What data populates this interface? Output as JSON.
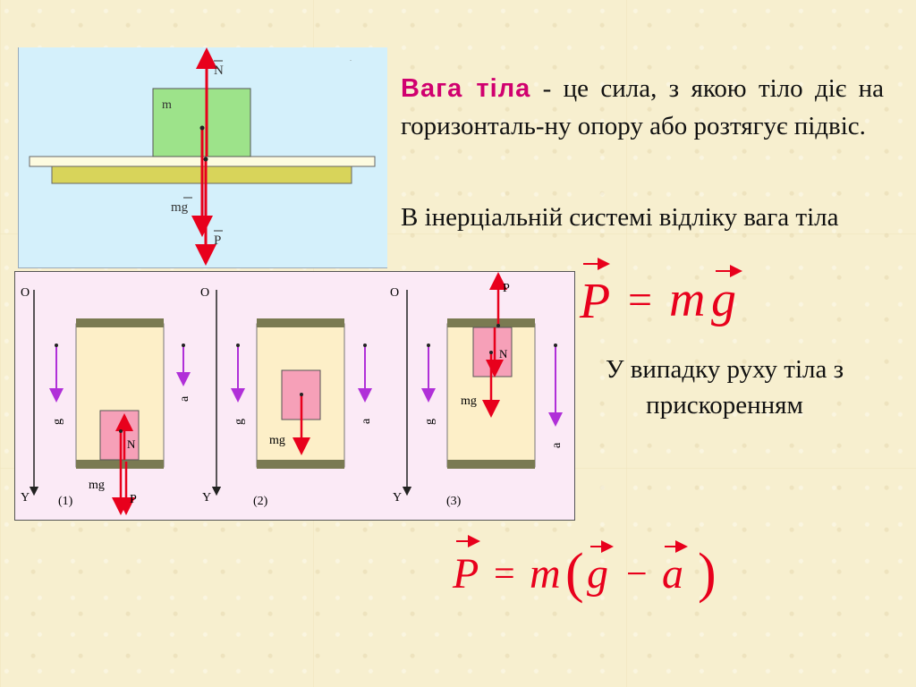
{
  "text": {
    "definition_term": "Вага тіла",
    "definition_rest": " - це сила, з якою тіло діє на горизонталь-ну опору або розтягує підвіс.",
    "inertial_text": "В інерціальній системі відліку вага тіла",
    "acceleration_note": "У випадку руху тіла з прискоренням"
  },
  "formulas": {
    "f1": {
      "lhs": "P",
      "eq": "=",
      "m": "m",
      "g": "g"
    },
    "f2": {
      "lhs": "P",
      "eq": "=",
      "m": "m",
      "open": "(",
      "g": "g",
      "minus": "−",
      "a": "a",
      "close": ")"
    }
  },
  "top_diagram": {
    "labels": {
      "N": "N",
      "m": "m",
      "mg": "mg",
      "P": "P"
    }
  },
  "elevator_diagram": {
    "axis": {
      "origin": "O",
      "y": "Y",
      "g": "g",
      "a": "a"
    },
    "labels": {
      "N": "N",
      "mg": "mg",
      "P": "P"
    },
    "cases": [
      "(1)",
      "(2)",
      "(3)"
    ]
  },
  "colors": {
    "term": "#d0006f",
    "formula": "#e8001c",
    "force_arrow": "#e8001c",
    "g_arrow": "#b030d8",
    "block_green": "#9de38a",
    "block_pink": "#f6a0b8",
    "cabin": "#fdefc8",
    "cabin_plate": "#7a7a52"
  }
}
